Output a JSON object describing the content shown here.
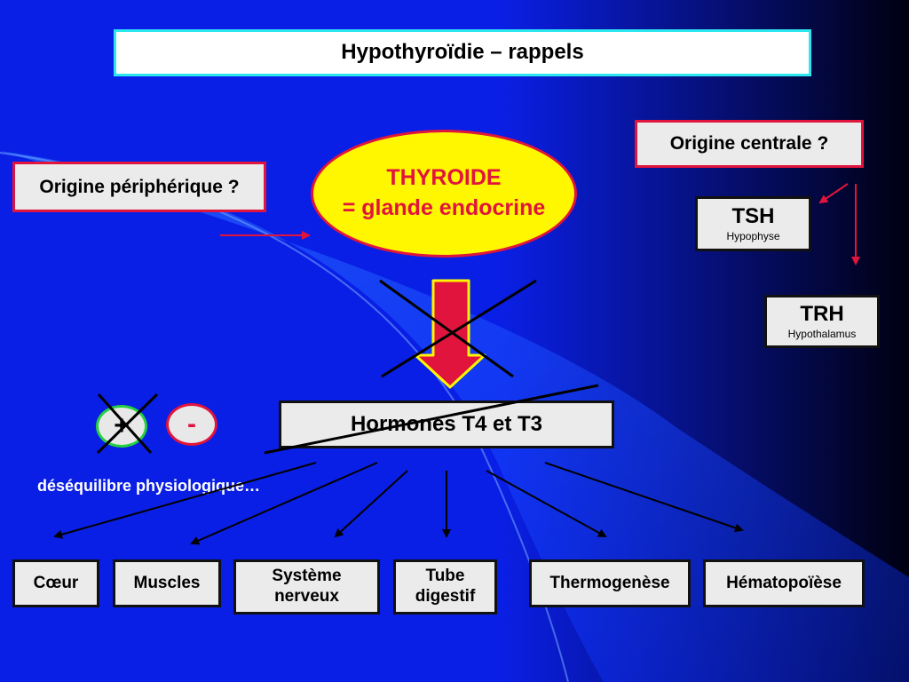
{
  "title": "Hypothyroïdie – rappels",
  "thyroide": {
    "line1": "THYROIDE",
    "line2": "= glande endocrine"
  },
  "origine_peripherique": "Origine périphérique ?",
  "origine_centrale": "Origine centrale ?",
  "tsh": {
    "label": "TSH",
    "sub": "Hypophyse"
  },
  "trh": {
    "label": "TRH",
    "sub": "Hypothalamus"
  },
  "hormones": "Hormones T4 et T3",
  "signs": {
    "plus": "+",
    "minus": "-"
  },
  "desequilibre": "déséquilibre physiologique…",
  "organs": {
    "coeur": "Cœur",
    "muscles": "Muscles",
    "systeme": [
      "Système",
      "nerveux"
    ],
    "tube": [
      "Tube",
      "digestif"
    ],
    "thermo": "Thermogenèse",
    "hemato": "Hématopoïèse"
  },
  "colors": {
    "background_dark": "#000000",
    "background_blue": "#0a1fe6",
    "title_border": "#2ce6f0",
    "accent_red": "#e0143c",
    "thyroide_fill": "#fff700",
    "plus_border": "#26d040"
  }
}
